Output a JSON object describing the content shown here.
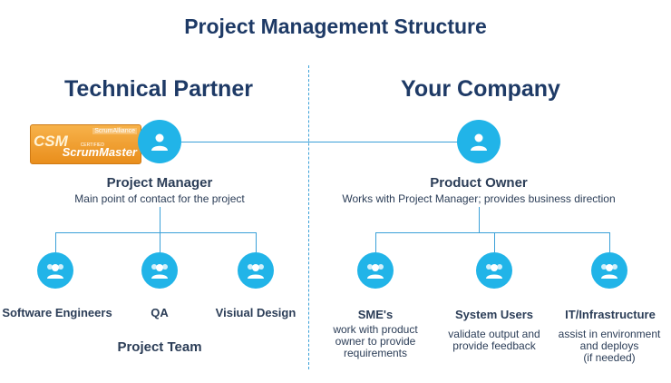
{
  "title": "Project Management Structure",
  "left": {
    "heading": "Technical Partner",
    "badge": {
      "brand": "ScrumAlliance",
      "certified": "CERTIFIED",
      "name": "ScrumMaster",
      "acronym": "CSM"
    },
    "lead": {
      "role": "Project Manager",
      "desc": "Main point of contact for the project"
    },
    "members": [
      {
        "role": "Software Engineers"
      },
      {
        "role": "QA"
      },
      {
        "role": "Visiual Design"
      }
    ],
    "team_label": "Project Team"
  },
  "right": {
    "heading": "Your Company",
    "lead": {
      "role": "Product Owner",
      "desc": "Works with Project Manager; provides business direction"
    },
    "members": [
      {
        "role": "SME's",
        "desc": [
          "work with product",
          "owner to provide",
          "requirements"
        ]
      },
      {
        "role": "System Users",
        "desc": [
          "validate output and",
          "provide feedback"
        ]
      },
      {
        "role": "IT/Infrastructure",
        "desc": [
          "assist in environment",
          "and deploys",
          "(if needed)"
        ]
      }
    ]
  },
  "colors": {
    "accent": "#21b4e8",
    "heading": "#1e3a66",
    "text": "#2b3d57",
    "badge": "#f0a030"
  },
  "icons": {
    "lead": "person-icon",
    "member": "group-icon"
  }
}
